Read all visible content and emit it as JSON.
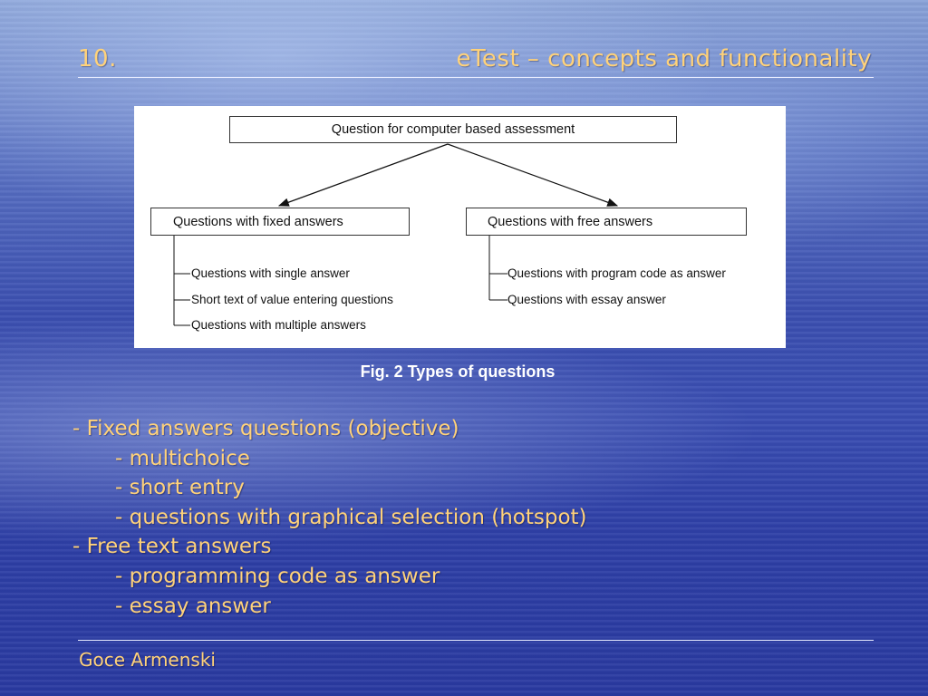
{
  "slide": {
    "number": "10.",
    "title": "eTest – concepts and functionality",
    "author": "Goce Armenski"
  },
  "diagram": {
    "root": "Question for computer based assessment",
    "fixed": {
      "label": "Questions with fixed answers",
      "children": [
        "Questions with single answer",
        "Short text of value entering questions",
        "Questions with multiple answers"
      ]
    },
    "free": {
      "label": "Questions with free answers",
      "children": [
        "Questions with program code as answer",
        "Questions with essay answer"
      ]
    }
  },
  "caption": "Fig. 2  Types of questions",
  "bullets": [
    {
      "text": "- Fixed answers questions (objective)",
      "level": 0
    },
    {
      "text": "- multichoice",
      "level": 1
    },
    {
      "text": "- short entry",
      "level": 1
    },
    {
      "text": "- questions with graphical selection (hotspot)",
      "level": 1
    },
    {
      "text": "- Free text answers",
      "level": 0
    },
    {
      "text": "- programming code as answer",
      "level": 1
    },
    {
      "text": "- essay answer",
      "level": 1
    }
  ],
  "colors": {
    "text_accent": "#ffd27a",
    "background": "#3b4fb0"
  }
}
